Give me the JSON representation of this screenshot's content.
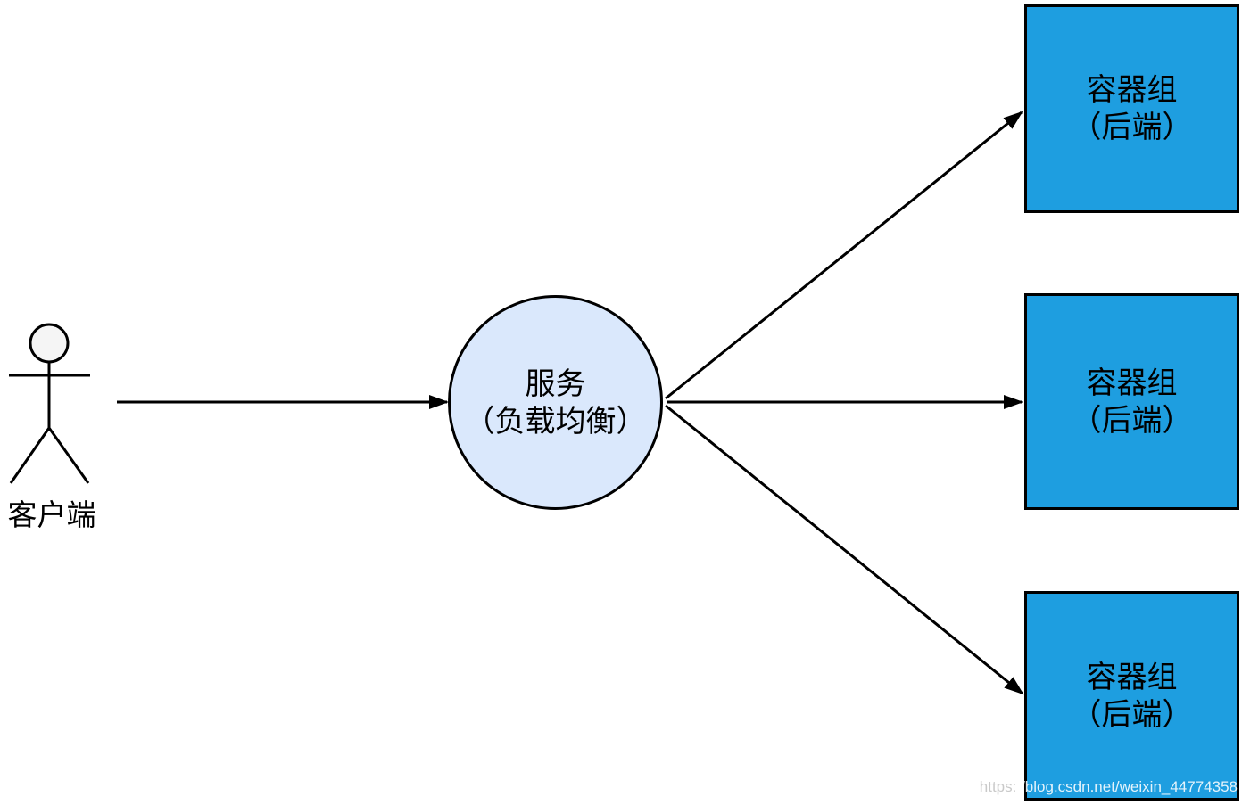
{
  "diagram": {
    "client": {
      "label": "客户端"
    },
    "service": {
      "label_line1": "服务",
      "label_line2": "（负载均衡）"
    },
    "backends": [
      {
        "label_line1": "容器组",
        "label_line2": "（后端）"
      },
      {
        "label_line1": "容器组",
        "label_line2": "（后端）"
      },
      {
        "label_line1": "容器组",
        "label_line2": "（后端）"
      }
    ],
    "watermark": {
      "prefix": "https:",
      "rest": "//blog.csdn.net/weixin_44774358"
    },
    "colors": {
      "backend_fill": "#1e9ee0",
      "service_fill": "#dae8fc",
      "head_fill": "#f5f5f5",
      "stroke": "#000000"
    }
  }
}
